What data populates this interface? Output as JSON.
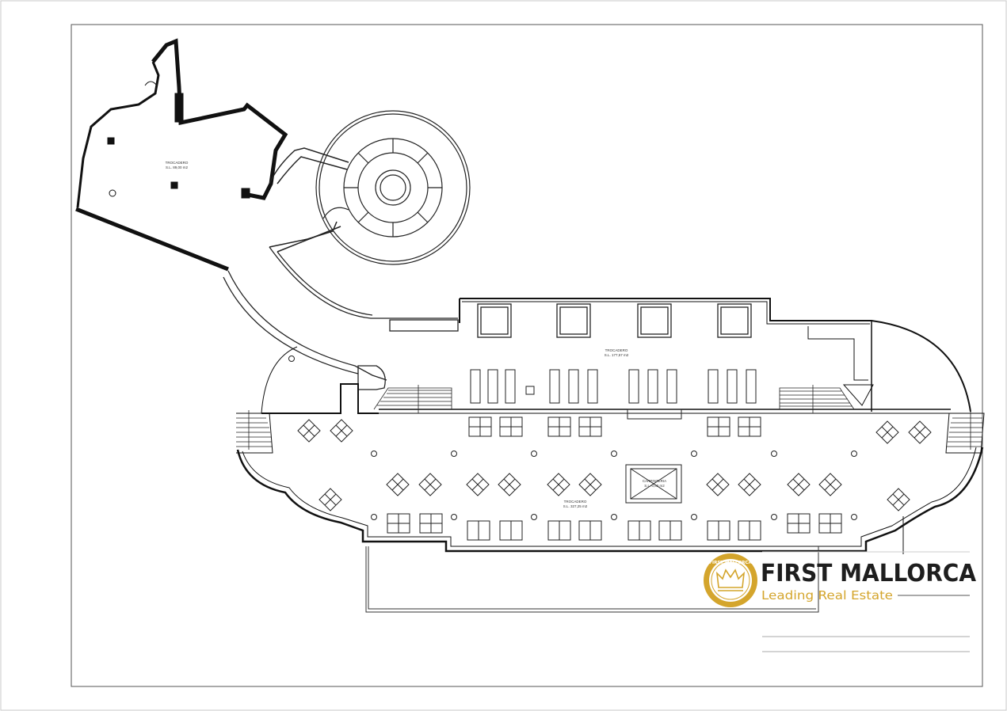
{
  "plan": {
    "room_labels": [
      {
        "name": "TROCADERO",
        "area": "S.L. 89,00 m2"
      },
      {
        "name": "TROCADERO",
        "area": "S.L. 177,57 m2"
      },
      {
        "name": "TROCADERO",
        "area": "S.L. 327,25 m2"
      },
      {
        "name": "CARPINTERIA",
        "area": "S.L. 0,00 m2"
      }
    ]
  },
  "branding": {
    "name": "FIRST MALLORCA",
    "tagline": "Leading Real Estate",
    "seal_text": "FIRST MALLORCA",
    "gold_color": "#d4a52c",
    "text_color": "#1e1e1e"
  },
  "colors": {
    "line": "#1a1a1a",
    "background": "#ffffff"
  }
}
